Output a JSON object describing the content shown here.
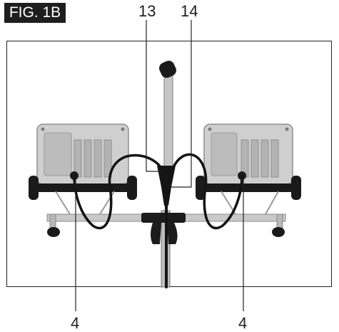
{
  "figure": {
    "label": "FIG. 1B"
  },
  "callouts": {
    "c13": "13",
    "c14": "14",
    "c4_left": "4",
    "c4_right": "4"
  },
  "colors": {
    "lamp_body": "#c4c4c4",
    "frame": "#b5b5b5",
    "cable": "#141414",
    "pole": "#bdbdbd",
    "border": "#222222"
  }
}
